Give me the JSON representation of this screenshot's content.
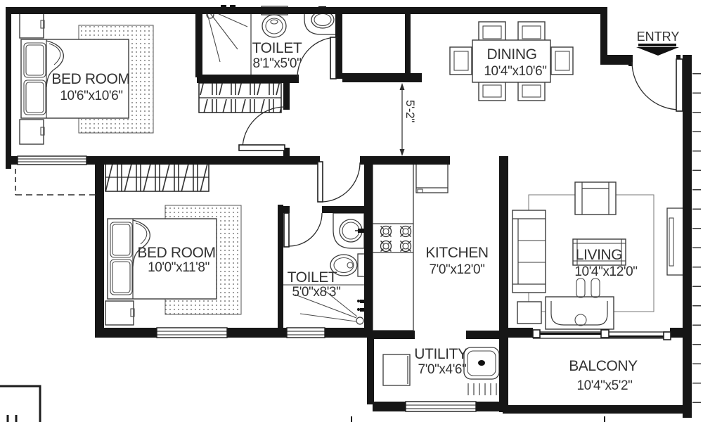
{
  "rooms": {
    "bedroom1": {
      "label": "BED ROOM",
      "size": "10'6\"x10'6\""
    },
    "toilet1": {
      "label": "TOILET",
      "size": "8'1\"x5'0\""
    },
    "dining": {
      "label": "DINING",
      "size": "10'4\"x10'6\""
    },
    "bedroom2": {
      "label": "BED ROOM",
      "size": "10'0\"x11'8\""
    },
    "toilet2": {
      "label": "TOILET",
      "size": "5'0\"x8'3\""
    },
    "kitchen": {
      "label": "KITCHEN",
      "size": "7'0\"x12'0\""
    },
    "living": {
      "label": "LIVING",
      "size": "10'4\"x12'0\""
    },
    "utility": {
      "label": "UTILITY",
      "size": "7'0\"x4'6\""
    },
    "balcony": {
      "label": "BALCONY",
      "size": "10'4\"x5'2\""
    }
  },
  "annotations": {
    "entry_label": "ENTRY",
    "passage_width": "5'-2\""
  },
  "colors": {
    "wall": "#161616",
    "line": "#3c3c3c",
    "text": "#323232"
  }
}
